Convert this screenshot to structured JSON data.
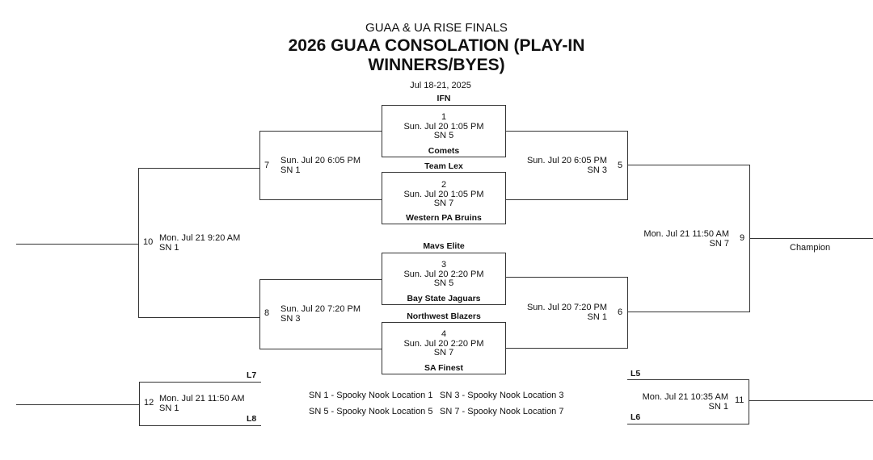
{
  "header": {
    "subtitle": "GUAA & UA RISE FINALS",
    "title": "2026 GUAA CONSOLATION (PLAY-IN WINNERS/BYES)",
    "dates": "Jul 18-21, 2025"
  },
  "games": {
    "g1": {
      "num": "1",
      "time": "Sun. Jul 20 1:05 PM",
      "site": "SN 5",
      "top": "IFN",
      "bottom": "Comets"
    },
    "g2": {
      "num": "2",
      "time": "Sun. Jul 20 1:05 PM",
      "site": "SN 7",
      "top": "Team Lex",
      "bottom": "Western PA Bruins"
    },
    "g3": {
      "num": "3",
      "time": "Sun. Jul 20 2:20 PM",
      "site": "SN 5",
      "top": "Mavs Elite",
      "bottom": "Bay State Jaguars"
    },
    "g4": {
      "num": "4",
      "time": "Sun. Jul 20 2:20 PM",
      "site": "SN 7",
      "top": "Northwest Blazers",
      "bottom": "SA Finest"
    },
    "g5": {
      "num": "5",
      "time": "Sun. Jul 20 6:05 PM",
      "site": "SN 3"
    },
    "g6": {
      "num": "6",
      "time": "Sun. Jul 20 7:20 PM",
      "site": "SN 1"
    },
    "g7": {
      "num": "7",
      "time": "Sun. Jul 20 6:05 PM",
      "site": "SN 1"
    },
    "g8": {
      "num": "8",
      "time": "Sun. Jul 20 7:20 PM",
      "site": "SN 3"
    },
    "g9": {
      "num": "9",
      "time": "Mon. Jul 21 11:50 AM",
      "site": "SN 7"
    },
    "g10": {
      "num": "10",
      "time": "Mon. Jul 21 9:20 AM",
      "site": "SN 1"
    },
    "g11": {
      "num": "11",
      "time": "Mon. Jul 21 10:35 AM",
      "site": "SN 1",
      "top": "L5",
      "bottom": "L6"
    },
    "g12": {
      "num": "12",
      "time": "Mon. Jul 21 11:50 AM",
      "site": "SN 1",
      "top": "L7",
      "bottom": "L8"
    }
  },
  "champion": "Champion",
  "legend": {
    "sn1": "SN 1 - Spooky Nook Location 1",
    "sn3": "SN 3 - Spooky Nook Location 3",
    "sn5": "SN 5 - Spooky Nook Location 5",
    "sn7": "SN 7 - Spooky Nook Location 7"
  }
}
